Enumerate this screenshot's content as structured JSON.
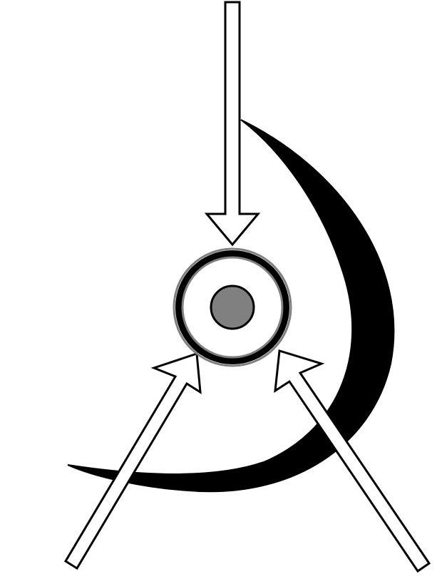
{
  "diagram": {
    "elements": [
      {
        "name": "crescent-shape",
        "kind": "crescent"
      },
      {
        "name": "top-arrow",
        "kind": "arrow",
        "points_to": "center-target"
      },
      {
        "name": "lower-left-arrow",
        "kind": "arrow",
        "points_to": "center-target"
      },
      {
        "name": "lower-right-arrow",
        "kind": "arrow",
        "points_to": "center-target"
      },
      {
        "name": "center-target",
        "kind": "ring-with-dot"
      }
    ],
    "colors": {
      "background": "#ffffff",
      "stroke": "#000000",
      "crescent_fill": "#000000",
      "arrow_fill": "#ffffff",
      "ring_outer": "#000000",
      "ring_highlight": "#808080",
      "center_dot": "#808080"
    }
  }
}
